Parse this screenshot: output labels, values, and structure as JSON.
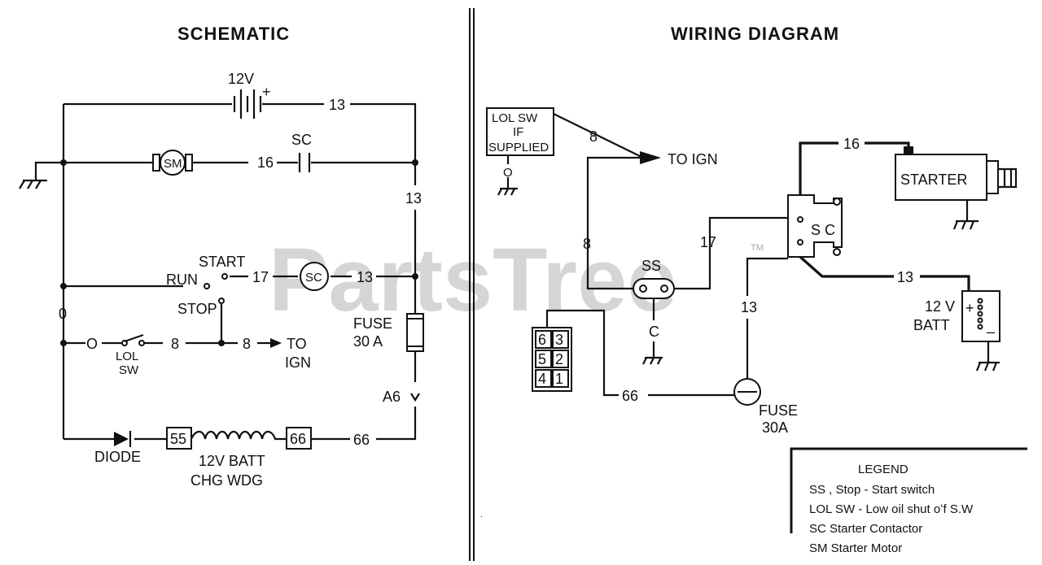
{
  "titles": {
    "schematic": "SCHEMATIC",
    "wiring": "WIRING DIAGRAM"
  },
  "watermark": {
    "text": "PartsTree",
    "tm": "TM"
  },
  "schematic": {
    "battery": "12V",
    "plus": "+",
    "sc_top": "SC",
    "sm": "SM",
    "sc_coil": "SC",
    "w13_top": "13",
    "w16": "16",
    "w13_right": "13",
    "w17": "17",
    "w13_mid": "13",
    "start": "START",
    "run": "RUN",
    "stop": "STOP",
    "zero": "0",
    "o_switch": "O",
    "lol": "LOL",
    "sw": "SW",
    "w8_a": "8",
    "w8_b": "8",
    "to": "TO",
    "ign": "IGN",
    "fuse": "FUSE",
    "fuse_amp": "30 A",
    "a6": "A6",
    "diode": "DIODE",
    "t55": "55",
    "t66": "66",
    "w66": "66",
    "batt_line1": "12V  BATT",
    "batt_line2": "CHG  WDG"
  },
  "wiring": {
    "lol_line1": "LOL SW",
    "lol_line2": "IF",
    "lol_line3": "SUPPLIED",
    "lol_o": "O",
    "w8_top": "8",
    "to_ign": "TO IGN",
    "w8_left": "8",
    "ss": "SS",
    "ss_c": "C",
    "w17": "17",
    "w16": "16",
    "starter": "STARTER",
    "sc": "S C",
    "w13_right": "13",
    "w13_down": "13",
    "batt_v": "12 V",
    "batt": "BATT",
    "plus": "+",
    "minus": "–",
    "w66": "66",
    "fuse": "FUSE",
    "fuse_amp": "30A",
    "conn": [
      "6",
      "3",
      "5",
      "2",
      "4",
      "1"
    ]
  },
  "legend": {
    "title": "LEGEND",
    "rows": [
      "SS , Stop - Start switch",
      "LOL SW - Low oil shut oʻf S.W",
      "SC    Starter Contactor",
      "SM    Starter Motor"
    ]
  }
}
